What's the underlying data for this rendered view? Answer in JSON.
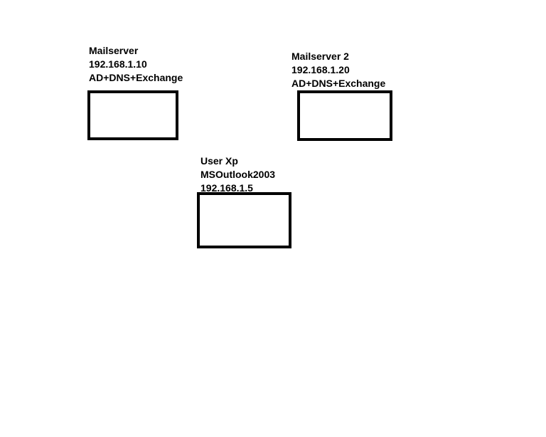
{
  "nodes": {
    "mailserver1": {
      "name": "Mailserver",
      "ip": "192.168.1.10",
      "role": "AD+DNS+Exchange"
    },
    "mailserver2": {
      "name": "Mailserver 2",
      "ip": "192.168.1.20",
      "role": "AD+DNS+Exchange"
    },
    "client": {
      "name": "User Xp",
      "app": "MSOutlook2003",
      "ip": "192.168.1.5"
    }
  },
  "colors": {
    "stroke": "#000000",
    "background": "#ffffff"
  }
}
